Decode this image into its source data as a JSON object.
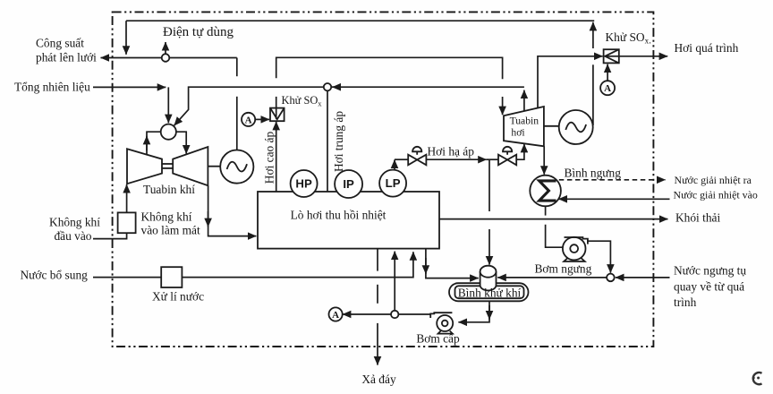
{
  "diagram": "combined-cycle-power-plant-flow-diagram",
  "colors": {
    "ink": "#1b1b1b",
    "background": "#fefefe"
  },
  "labels": {
    "cong_suat": {
      "line1": "Công suất",
      "line2": "phát lên lưới"
    },
    "dien_tu_dung": "Điện tự dùng",
    "tong_nhien_lieu": "Tổng nhiên liệu",
    "khu_sox_1": {
      "pre": "Khử SO",
      "sub": "x"
    },
    "khu_sox_2": {
      "pre": "Khử SO",
      "sub": "x",
      "post": "."
    },
    "hoi_qua_trinh": "Hơi quá trình",
    "hoi_cao_ap": "Hơi cao áp",
    "hoi_trung_ap": "Hơi trung áp",
    "hoi_ha_ap": "Hơi hạ áp",
    "tuabin_khi": "Tuabin khí",
    "tuabin_hoi": {
      "line1": "Tuabin",
      "line2": "hơi"
    },
    "drum_hp": "HP",
    "drum_ip": "IP",
    "drum_lp": "LP",
    "lo_hoi": "Lò hơi thu hồi nhiệt",
    "binh_ngung": "Bình ngưng",
    "nuoc_giai_nhiet_ra": "Nước giải nhiệt ra",
    "nuoc_giai_nhiet_vao": "Nước giải nhiệt vào",
    "khoi_thai": "Khói thải",
    "bom_ngung": "Bơm ngưng",
    "nuoc_ngung_tu": {
      "line1": "Nước ngưng tụ",
      "line2": "quay về từ quá",
      "line3": "trình"
    },
    "binh_khu_khi": "Bình khử khí",
    "bom_cap": "Bơm cấp",
    "xu_li_nuoc": "Xử lí nước",
    "khong_khi_dau_vao": {
      "line1": "Không khí",
      "line2": "đầu vào"
    },
    "khong_khi_lam_mat": {
      "line1": "Không khí",
      "line2": "vào làm mát"
    },
    "nuoc_bo_sung": "Nước bổ sung",
    "xa_day": "Xả đáy",
    "sensor_a": "A"
  }
}
